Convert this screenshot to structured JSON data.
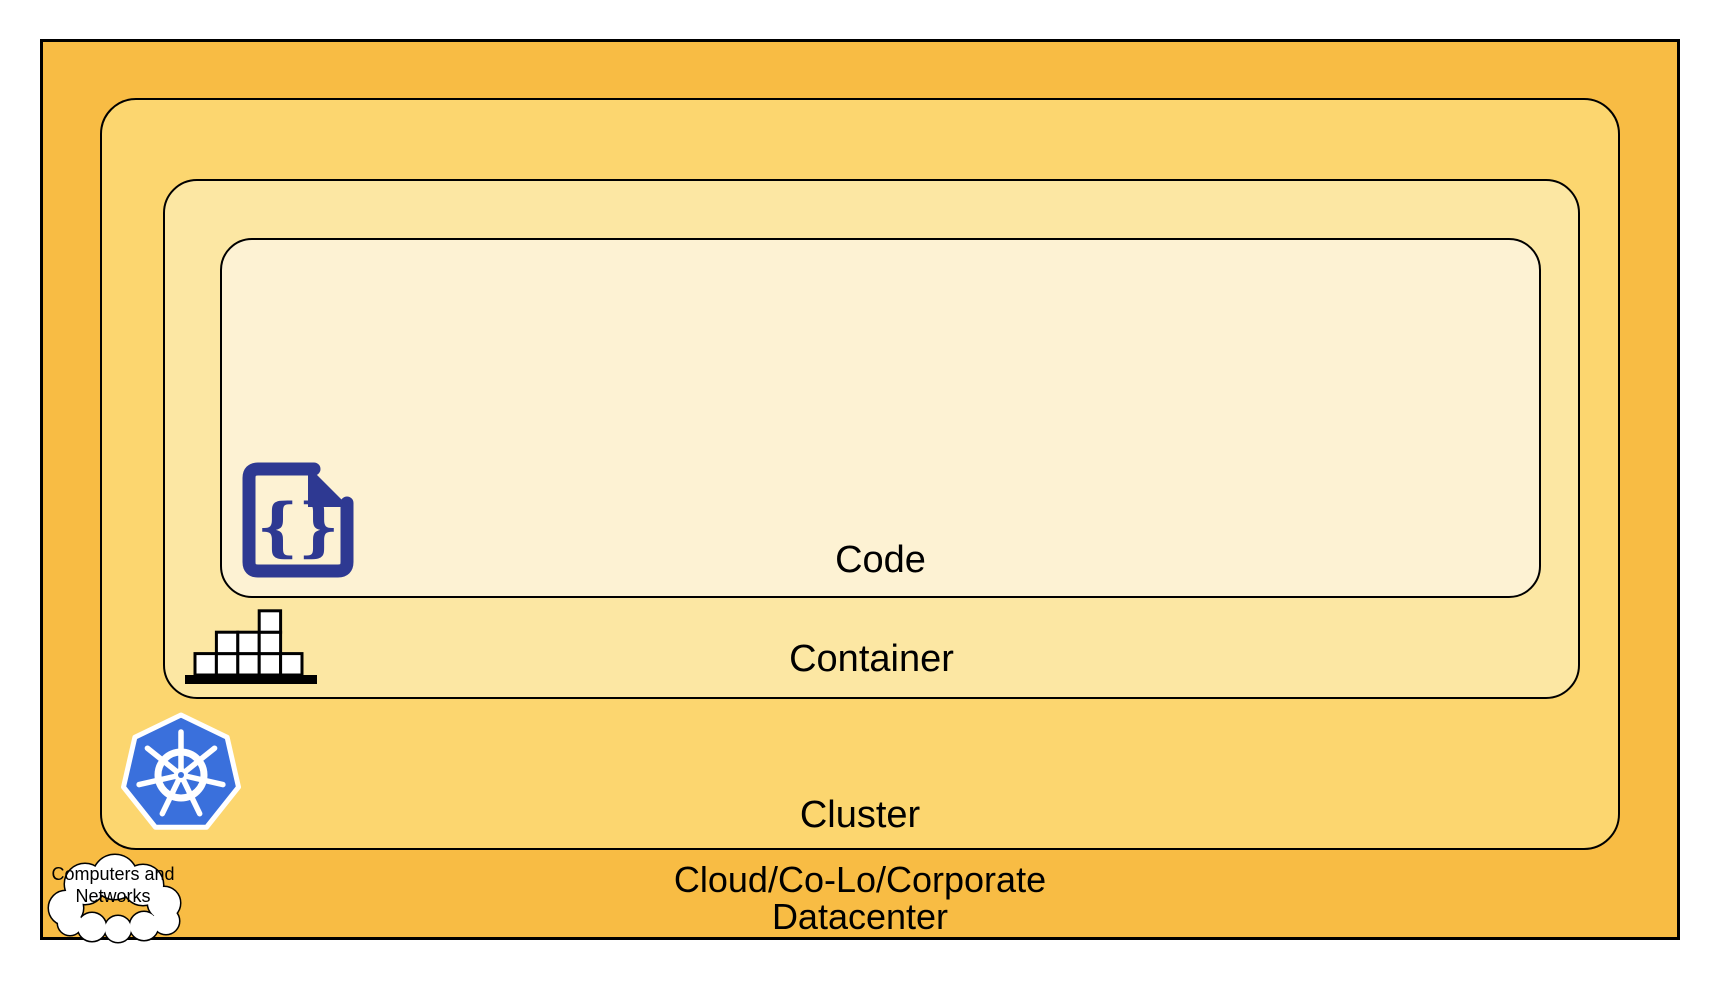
{
  "layers": {
    "datacenter": {
      "label_line1": "Cloud/Co-Lo/Corporate",
      "label_line2": "Datacenter",
      "fill": "#F8BC44"
    },
    "cluster": {
      "label": "Cluster",
      "fill": "#FCD66F"
    },
    "container": {
      "label": "Container",
      "fill": "#FCE7A3"
    },
    "code": {
      "label": "Code",
      "fill": "#FDF2D3"
    }
  },
  "cloud_callout": {
    "label_line1": "Computers and",
    "label_line2": "Networks",
    "fill": "#FFFFFF",
    "outline": "#000000"
  },
  "icons": {
    "code_file": {
      "name": "code-file-icon",
      "glyph": "{}",
      "color": "#2E3992"
    },
    "container_blocks": {
      "name": "container-blocks-icon",
      "color": "#000000",
      "block_fill": "#FFFFFF"
    },
    "kubernetes_helm": {
      "name": "kubernetes-helm-icon",
      "color": "#3A70DC",
      "wheel_color": "#FFFFFF"
    }
  },
  "border_color": "#000000"
}
